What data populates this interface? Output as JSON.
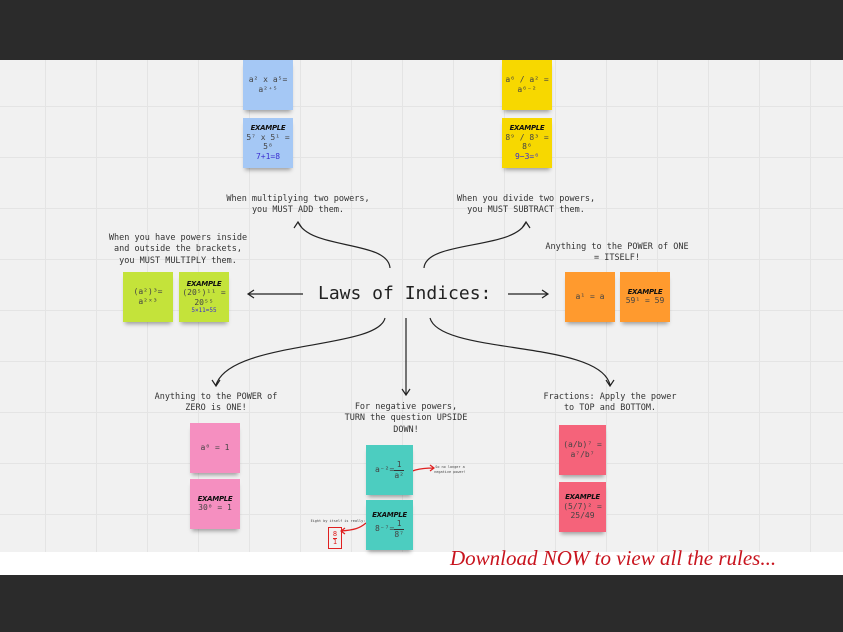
{
  "title": "Laws of Indices:",
  "rules": {
    "multiply": {
      "text": "When multiplying two powers,\nyou MUST ADD them.",
      "rule": "a² x a⁵= a²⁺⁵",
      "example": "5⁷ x 5¹ = 5⁸",
      "working": "7+1=8"
    },
    "divide": {
      "text": "When you divide two powers,\nyou MUST SUBTRACT them.",
      "rule": "a⁶ / a² = a⁶⁻²",
      "example": "8⁹ / 8³ = 8⁶",
      "working": "9−3=⁶"
    },
    "brackets": {
      "text": "When you have powers inside\nand outside the brackets,\nyou MUST MULTIPLY them.",
      "rule": "(a²)³= a²ˣ³",
      "example": "(20⁵)¹¹ = 20⁵⁵",
      "working": "5×11=55"
    },
    "power_one": {
      "text": "Anything to the POWER of ONE\n= ITSELF!",
      "rule": "a¹ = a",
      "example": "59¹ = 59"
    },
    "power_zero": {
      "text": "Anything to the POWER of\nZERO is ONE!",
      "rule": "a⁰ = 1",
      "example": "30⁰ = 1"
    },
    "negative": {
      "text": "For negative powers,\nTURN the question UPSIDE\nDOWN!",
      "rule_left": "a⁻²=",
      "rule_num": "1",
      "rule_den": "a²",
      "note": "So no longer\na negative\npower!",
      "example_left": "8⁻⁷=",
      "example_num": "1",
      "example_den": "8⁷",
      "side_note": "Eight by itself is really:",
      "side_num": "8",
      "side_den": "1"
    },
    "fractions": {
      "text": "Fractions: Apply the power\nto TOP and BOTTOM.",
      "rule": "(a/b)⁷ = a⁷/b⁷",
      "example": "(5/7)² = 25/49"
    }
  },
  "example_label": "EXAMPLE",
  "banner": "Download NOW to view all the rules...",
  "colors": {
    "blue": "#a5c8f5",
    "yellow": "#f7d800",
    "green": "#c4e33a",
    "orange": "#ff9a2e",
    "pink": "#f58fc0",
    "teal": "#4ccdc0",
    "red": "#f5637a",
    "banner": "#c8141e"
  }
}
